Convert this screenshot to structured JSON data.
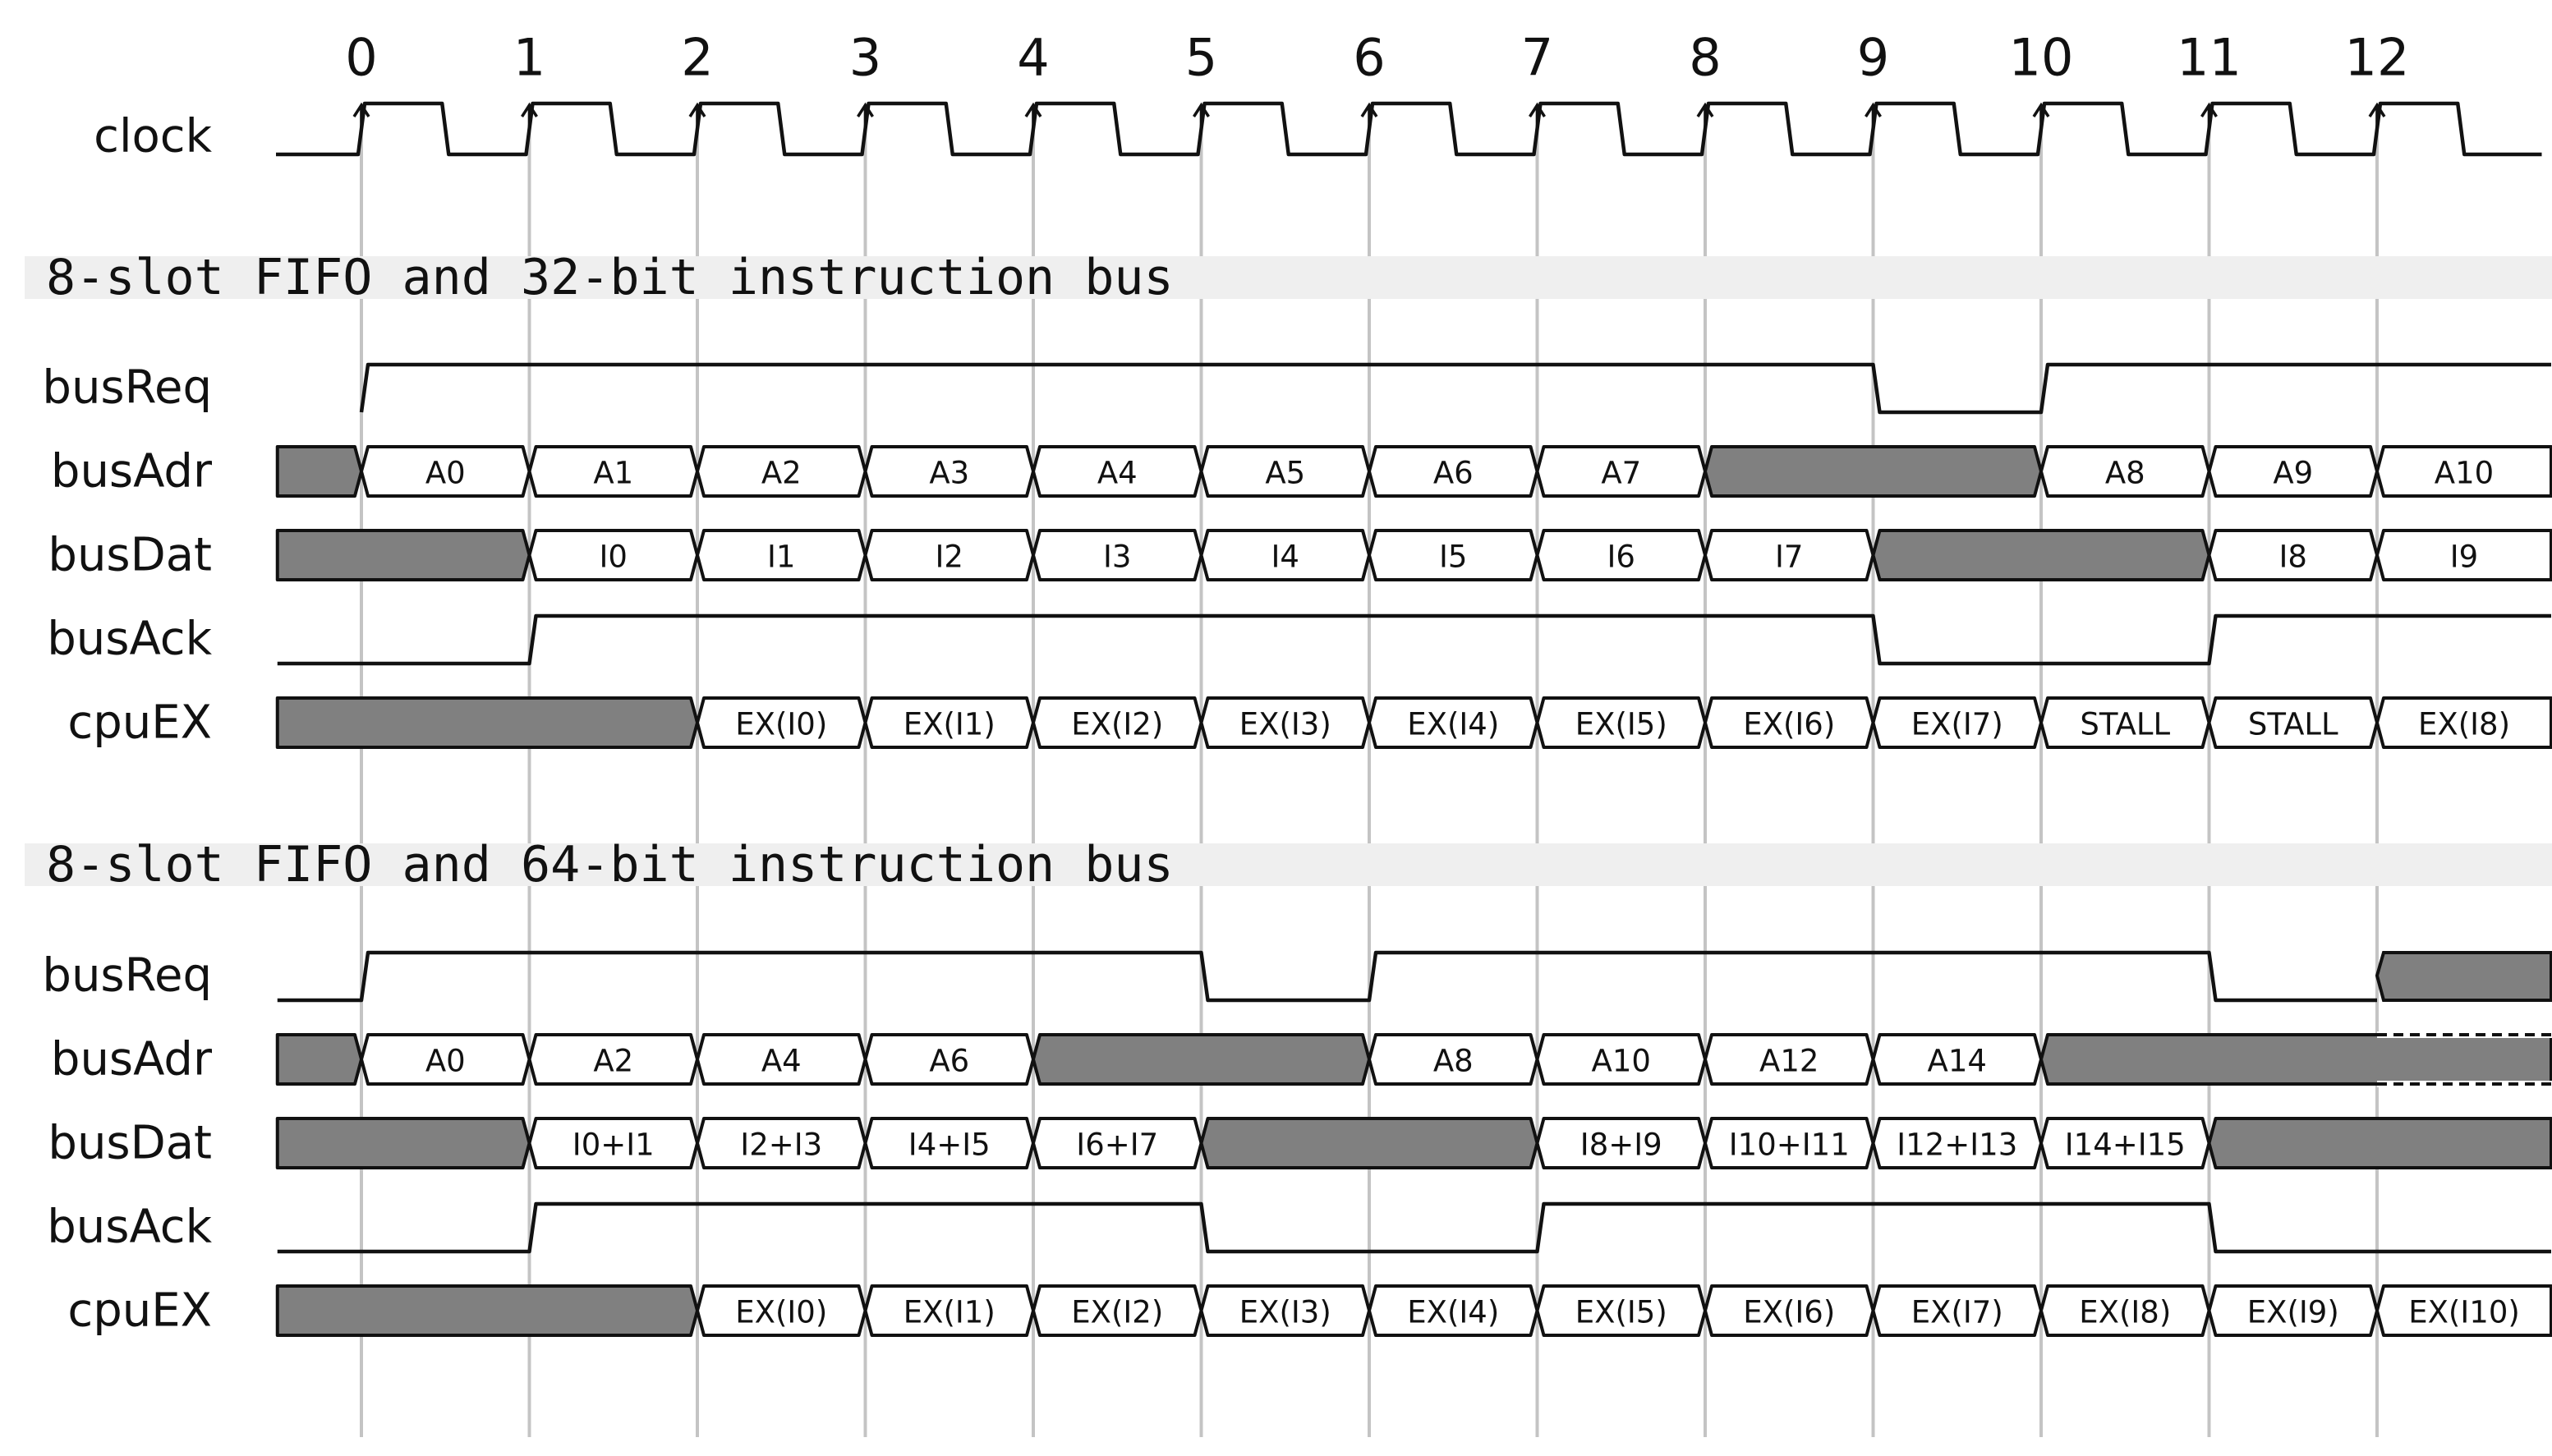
{
  "clock": {
    "label": "clock",
    "ticks": [
      "0",
      "1",
      "2",
      "3",
      "4",
      "5",
      "6",
      "7",
      "8",
      "9",
      "10",
      "11",
      "12"
    ]
  },
  "sections": [
    {
      "title": "8-slot FIFO and 32-bit instruction bus",
      "signals": [
        {
          "name": "busReq",
          "kind": "wave",
          "levels": [
            {
              "t0": 0,
              "t1": 0,
              "v": 0
            },
            {
              "t0": 0,
              "t1": 9,
              "v": 1
            },
            {
              "t0": 9,
              "t1": 10,
              "v": 0
            },
            {
              "t0": 10,
              "t1": 13.04,
              "v": 1
            }
          ]
        },
        {
          "name": "busAdr",
          "kind": "bus",
          "cells": [
            {
              "t0": -0.5,
              "t1": 0,
              "label": "",
              "fill": "shade"
            },
            {
              "t0": 0,
              "t1": 1,
              "label": "A0"
            },
            {
              "t0": 1,
              "t1": 2,
              "label": "A1"
            },
            {
              "t0": 2,
              "t1": 3,
              "label": "A2"
            },
            {
              "t0": 3,
              "t1": 4,
              "label": "A3"
            },
            {
              "t0": 4,
              "t1": 5,
              "label": "A4"
            },
            {
              "t0": 5,
              "t1": 6,
              "label": "A5"
            },
            {
              "t0": 6,
              "t1": 7,
              "label": "A6"
            },
            {
              "t0": 7,
              "t1": 8,
              "label": "A7"
            },
            {
              "t0": 8,
              "t1": 10,
              "label": "",
              "fill": "shade"
            },
            {
              "t0": 10,
              "t1": 11,
              "label": "A8"
            },
            {
              "t0": 11,
              "t1": 12,
              "label": "A9"
            },
            {
              "t0": 12,
              "t1": 13.04,
              "label": "A10"
            }
          ]
        },
        {
          "name": "busDat",
          "kind": "bus",
          "cells": [
            {
              "t0": -0.5,
              "t1": 1,
              "label": "",
              "fill": "shade"
            },
            {
              "t0": 1,
              "t1": 2,
              "label": "I0"
            },
            {
              "t0": 2,
              "t1": 3,
              "label": "I1"
            },
            {
              "t0": 3,
              "t1": 4,
              "label": "I2"
            },
            {
              "t0": 4,
              "t1": 5,
              "label": "I3"
            },
            {
              "t0": 5,
              "t1": 6,
              "label": "I4"
            },
            {
              "t0": 6,
              "t1": 7,
              "label": "I5"
            },
            {
              "t0": 7,
              "t1": 8,
              "label": "I6"
            },
            {
              "t0": 8,
              "t1": 9,
              "label": "I7"
            },
            {
              "t0": 9,
              "t1": 11,
              "label": "",
              "fill": "shade"
            },
            {
              "t0": 11,
              "t1": 12,
              "label": "I8"
            },
            {
              "t0": 12,
              "t1": 13.04,
              "label": "I9"
            }
          ]
        },
        {
          "name": "busAck",
          "kind": "wave",
          "levels": [
            {
              "t0": -0.5,
              "t1": 1,
              "v": 0
            },
            {
              "t0": 1,
              "t1": 9,
              "v": 1
            },
            {
              "t0": 9,
              "t1": 11,
              "v": 0
            },
            {
              "t0": 11,
              "t1": 13.04,
              "v": 1
            }
          ]
        },
        {
          "name": "cpuEX",
          "kind": "bus",
          "cells": [
            {
              "t0": -0.5,
              "t1": 2,
              "label": "",
              "fill": "shade"
            },
            {
              "t0": 2,
              "t1": 3,
              "label": "EX(I0)"
            },
            {
              "t0": 3,
              "t1": 4,
              "label": "EX(I1)"
            },
            {
              "t0": 4,
              "t1": 5,
              "label": "EX(I2)"
            },
            {
              "t0": 5,
              "t1": 6,
              "label": "EX(I3)"
            },
            {
              "t0": 6,
              "t1": 7,
              "label": "EX(I4)"
            },
            {
              "t0": 7,
              "t1": 8,
              "label": "EX(I5)"
            },
            {
              "t0": 8,
              "t1": 9,
              "label": "EX(I6)"
            },
            {
              "t0": 9,
              "t1": 10,
              "label": "EX(I7)"
            },
            {
              "t0": 10,
              "t1": 11,
              "label": "STALL"
            },
            {
              "t0": 11,
              "t1": 12,
              "label": "STALL"
            },
            {
              "t0": 12,
              "t1": 13.04,
              "label": "EX(I8)"
            }
          ]
        }
      ]
    },
    {
      "title": "8-slot FIFO and 64-bit instruction bus",
      "signals": [
        {
          "name": "busReq",
          "kind": "wave",
          "levels": [
            {
              "t0": -0.5,
              "t1": 0,
              "v": 0
            },
            {
              "t0": 0,
              "t1": 5,
              "v": 1
            },
            {
              "t0": 5,
              "t1": 6,
              "v": 0
            },
            {
              "t0": 6,
              "t1": 11,
              "v": 1
            },
            {
              "t0": 11,
              "t1": 12,
              "v": 0
            },
            {
              "t0": 12,
              "t1": 13.04,
              "v": "shade"
            }
          ]
        },
        {
          "name": "busAdr",
          "kind": "bus",
          "cells": [
            {
              "t0": -0.5,
              "t1": 0,
              "label": "",
              "fill": "shade"
            },
            {
              "t0": 0,
              "t1": 1,
              "label": "A0"
            },
            {
              "t0": 1,
              "t1": 2,
              "label": "A2"
            },
            {
              "t0": 2,
              "t1": 3,
              "label": "A4"
            },
            {
              "t0": 3,
              "t1": 4,
              "label": "A6"
            },
            {
              "t0": 4,
              "t1": 6,
              "label": "",
              "fill": "shade"
            },
            {
              "t0": 6,
              "t1": 7,
              "label": "A8"
            },
            {
              "t0": 7,
              "t1": 8,
              "label": "A10"
            },
            {
              "t0": 8,
              "t1": 9,
              "label": "A12"
            },
            {
              "t0": 9,
              "t1": 10,
              "label": "A14"
            },
            {
              "t0": 10,
              "t1": 13.04,
              "label": "",
              "fill": "shade",
              "dashed_from": 12
            }
          ]
        },
        {
          "name": "busDat",
          "kind": "bus",
          "cells": [
            {
              "t0": -0.5,
              "t1": 1,
              "label": "",
              "fill": "shade"
            },
            {
              "t0": 1,
              "t1": 2,
              "label": "I0+I1"
            },
            {
              "t0": 2,
              "t1": 3,
              "label": "I2+I3"
            },
            {
              "t0": 3,
              "t1": 4,
              "label": "I4+I5"
            },
            {
              "t0": 4,
              "t1": 5,
              "label": "I6+I7"
            },
            {
              "t0": 5,
              "t1": 7,
              "label": "",
              "fill": "shade"
            },
            {
              "t0": 7,
              "t1": 8,
              "label": "I8+I9"
            },
            {
              "t0": 8,
              "t1": 9,
              "label": "I10+I11"
            },
            {
              "t0": 9,
              "t1": 10,
              "label": "I12+I13"
            },
            {
              "t0": 10,
              "t1": 11,
              "label": "I14+I15"
            },
            {
              "t0": 11,
              "t1": 13.04,
              "label": "",
              "fill": "shade"
            }
          ]
        },
        {
          "name": "busAck",
          "kind": "wave",
          "levels": [
            {
              "t0": -0.5,
              "t1": 1,
              "v": 0
            },
            {
              "t0": 1,
              "t1": 5,
              "v": 1
            },
            {
              "t0": 5,
              "t1": 7,
              "v": 0
            },
            {
              "t0": 7,
              "t1": 11,
              "v": 1
            },
            {
              "t0": 11,
              "t1": 13.04,
              "v": 0
            }
          ]
        },
        {
          "name": "cpuEX",
          "kind": "bus",
          "cells": [
            {
              "t0": -0.5,
              "t1": 2,
              "label": "",
              "fill": "shade"
            },
            {
              "t0": 2,
              "t1": 3,
              "label": "EX(I0)"
            },
            {
              "t0": 3,
              "t1": 4,
              "label": "EX(I1)"
            },
            {
              "t0": 4,
              "t1": 5,
              "label": "EX(I2)"
            },
            {
              "t0": 5,
              "t1": 6,
              "label": "EX(I3)"
            },
            {
              "t0": 6,
              "t1": 7,
              "label": "EX(I4)"
            },
            {
              "t0": 7,
              "t1": 8,
              "label": "EX(I5)"
            },
            {
              "t0": 8,
              "t1": 9,
              "label": "EX(I6)"
            },
            {
              "t0": 9,
              "t1": 10,
              "label": "EX(I7)"
            },
            {
              "t0": 10,
              "t1": 11,
              "label": "EX(I8)"
            },
            {
              "t0": 11,
              "t1": 12,
              "label": "EX(I9)"
            },
            {
              "t0": 12,
              "t1": 13.04,
              "label": "EX(I10)"
            }
          ]
        }
      ]
    }
  ],
  "colors": {
    "line": "#111111",
    "shade": "#808080",
    "grid": "#c4c4c4",
    "section_band": "#efefef",
    "background": "#ffffff"
  }
}
